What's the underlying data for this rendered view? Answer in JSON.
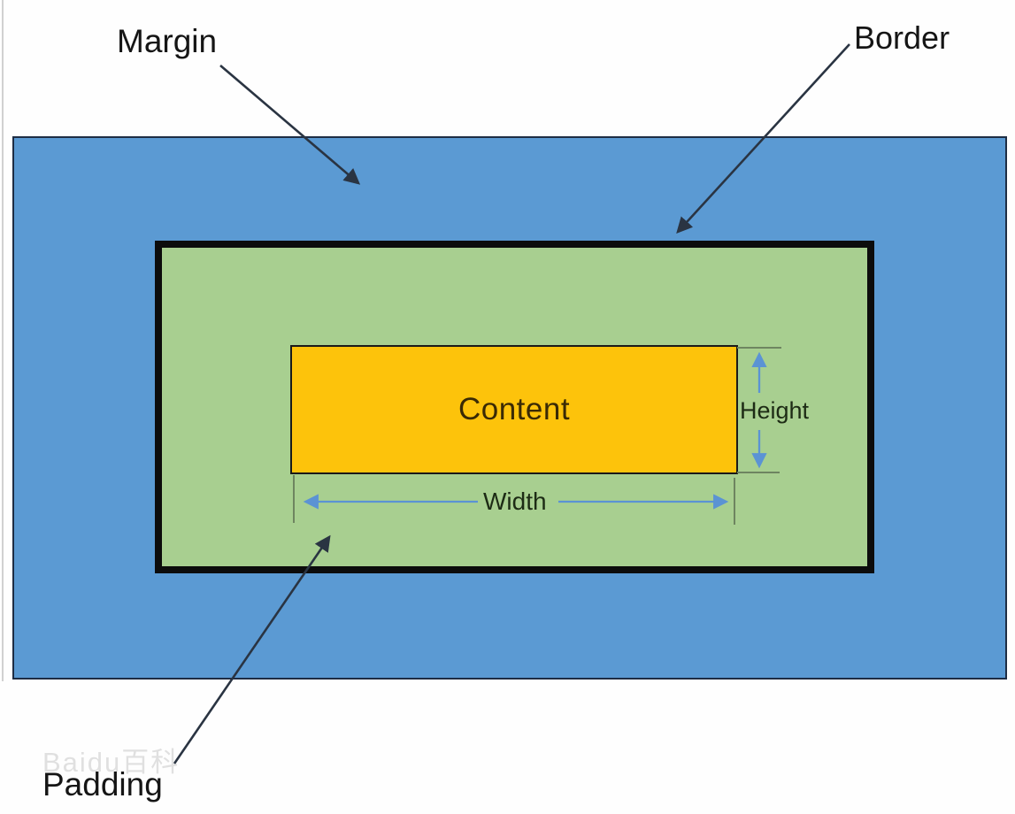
{
  "diagram": {
    "type": "css-box-model",
    "labels": {
      "margin": "Margin",
      "border": "Border",
      "padding": "Padding",
      "content": "Content",
      "width": "Width",
      "height": "Height"
    },
    "watermark": "Baidu百科",
    "colors": {
      "margin_fill": "#5b9ad3",
      "padding_fill": "#a8cf90",
      "content_fill": "#fdc30b",
      "box_border": "#0c0c0c",
      "dimension_arrow": "#5b93d4",
      "extension_line": "#6e8560",
      "annotation_line": "#2a3442",
      "label_color": "#151515"
    }
  }
}
